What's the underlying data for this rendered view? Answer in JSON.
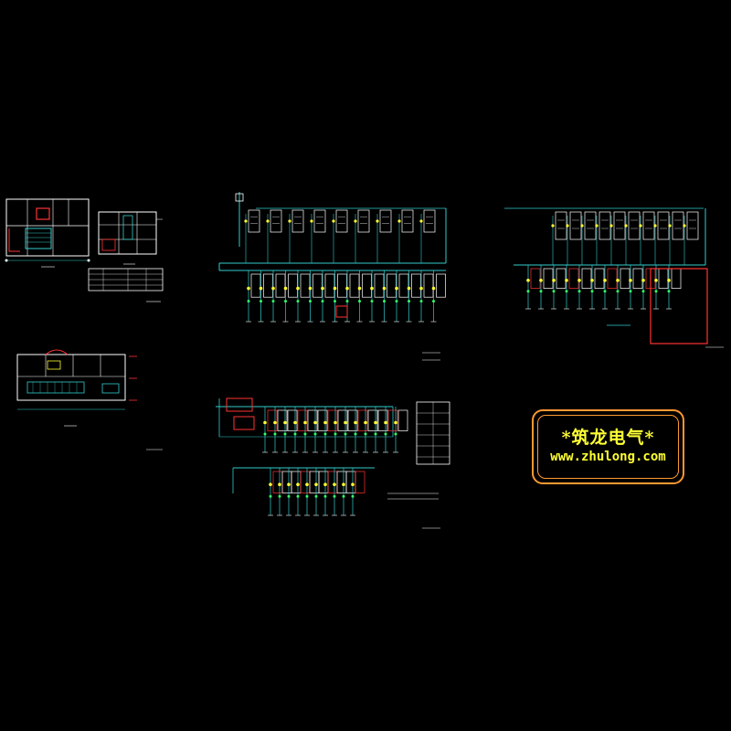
{
  "watermark": {
    "line1": "*筑龙电气*",
    "line2": "www.zhulong.com"
  },
  "colors": {
    "background": "#000000",
    "bus": "#33cccc",
    "panel": "#ffffff",
    "breaker": "#ffff33",
    "feeder": "#33ff66",
    "highlight": "#ff3333",
    "watermark_frame": "#ff9933",
    "watermark_text": "#ffff33"
  },
  "sheets": [
    {
      "name": "floor-plan-upper-left",
      "kind": "architectural-plan"
    },
    {
      "name": "section-upper",
      "kind": "architectural-section"
    },
    {
      "name": "equipment-table",
      "kind": "table"
    },
    {
      "name": "floor-plan-lower",
      "kind": "architectural-plan"
    },
    {
      "name": "single-line-diagram-1",
      "kind": "electrical-one-line",
      "feeders": 16
    },
    {
      "name": "single-line-diagram-2",
      "kind": "electrical-one-line",
      "feeders": 12
    },
    {
      "name": "single-line-diagram-3",
      "kind": "electrical-one-line",
      "feeders": 14
    }
  ]
}
